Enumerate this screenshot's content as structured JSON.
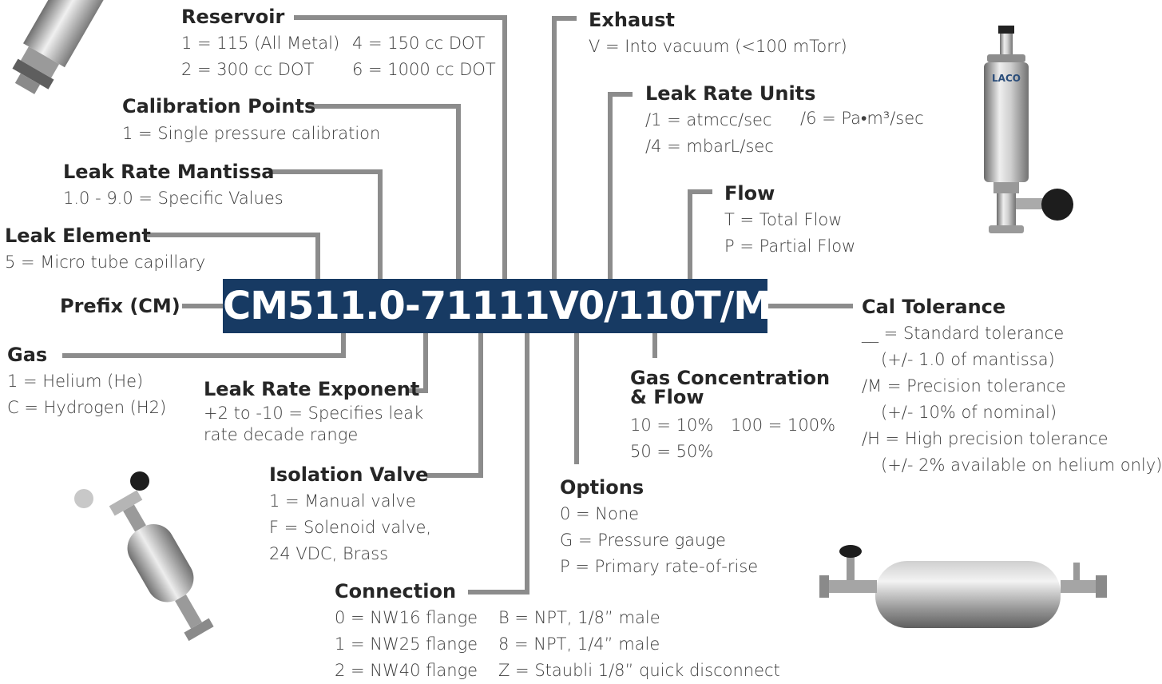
{
  "code": "CM511.0-71111V0/110T/M",
  "colors": {
    "code_bg": "#173a63",
    "leader": "#8c8c8c"
  },
  "fields": {
    "reservoir": {
      "title": "Reservoir",
      "lines": [
        "1 = 115 (All Metal)",
        "2 = 300 cc DOT"
      ],
      "lines2": [
        "4 = 150 cc DOT",
        "6 = 1000 cc DOT"
      ]
    },
    "calibration_points": {
      "title": "Calibration Points",
      "lines": [
        "1 = Single pressure calibration"
      ]
    },
    "leak_rate_mantissa": {
      "title": "Leak Rate Mantissa",
      "lines": [
        "1.0 - 9.0 = Specific Values"
      ]
    },
    "leak_element": {
      "title": "Leak Element",
      "lines": [
        "5 = Micro tube capillary"
      ]
    },
    "prefix": {
      "title": "Prefix (CM)"
    },
    "gas": {
      "title": "Gas",
      "lines": [
        "1 = Helium (He)",
        "C = Hydrogen (H2)"
      ]
    },
    "leak_rate_exponent": {
      "title": "Leak Rate Exponent",
      "lines": [
        "+2 to -10 = Specifies leak",
        "rate decade range"
      ]
    },
    "isolation_valve": {
      "title": "Isolation Valve",
      "lines": [
        "1 = Manual valve",
        "F = Solenoid valve,",
        "24 VDC, Brass"
      ]
    },
    "connection": {
      "title": "Connection",
      "lines": [
        "0 = NW16 flange",
        "1 = NW25 flange",
        "2 = NW40 flange"
      ],
      "lines2": [
        "B = NPT, 1/8” male",
        "8 = NPT, 1/4” male",
        "Z = Staubli 1/8” quick disconnect"
      ]
    },
    "exhaust": {
      "title": "Exhaust",
      "lines": [
        "V = Into vacuum (<100 mTorr)"
      ]
    },
    "leak_rate_units": {
      "title": "Leak Rate Units",
      "lines": [
        "/1 = atmcc/sec",
        "/4 = mbarL/sec"
      ],
      "lines2": [
        "/6 = Pa•m³/sec"
      ]
    },
    "flow": {
      "title": "Flow",
      "lines": [
        "T = Total Flow",
        "P = Partial Flow"
      ]
    },
    "options": {
      "title": "Options",
      "lines": [
        "0 = None",
        "G = Pressure gauge",
        "P = Primary rate-of-rise"
      ]
    },
    "gas_concentration": {
      "title": "Gas Concentration",
      "title2": "& Flow",
      "lines": [
        "10 = 10%",
        "50 = 50%"
      ],
      "lines2": [
        "100 = 100%"
      ]
    },
    "cal_tolerance": {
      "title": "Cal Tolerance",
      "lines": [
        "__ = Standard tolerance",
        "(+/- 1.0 of mantissa)",
        "/M = Precision tolerance",
        "(+/- 10% of nominal)",
        "/H = High precision tolerance",
        "(+/- 2% available on helium only)"
      ]
    }
  },
  "photos": {
    "logo_text": "LACO"
  }
}
